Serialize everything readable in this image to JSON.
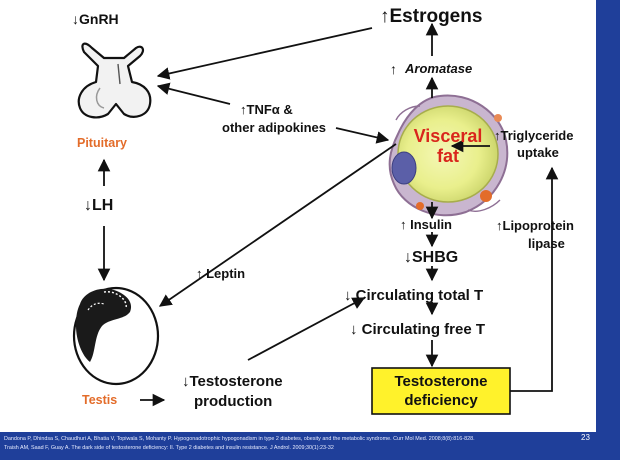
{
  "labels": {
    "gnrh": "↓GnRH",
    "pituitary": "Pituitary",
    "lh": "↓LH",
    "testis": "Testis",
    "estrogens": "↑Estrogens",
    "aromatase_arrow": "↑",
    "aromatase": "Aromatase",
    "tnf_line1": "↑TNFα &",
    "tnf_line2": "other adipokines",
    "visceral_line1": "Visceral",
    "visceral_line2": "fat",
    "triglyceride_line1": "↑Triglyceride",
    "triglyceride_line2": "uptake",
    "insulin": "↑ Insulin",
    "shbg": "↓SHBG",
    "lipoprotein_line1": "↑Lipoprotein",
    "lipoprotein_line2": "lipase",
    "leptin": "↑ Leptin",
    "circ_total": "↓ Circulating total T",
    "circ_free": "↓ Circulating free T",
    "testo_prod_line1": "↓Testosterone",
    "testo_prod_line2": "production",
    "deficiency_line1": "Testosterone",
    "deficiency_line2": "deficiency"
  },
  "references": [
    "Dandona P, Dhindsa S, Chaudhuri A, Bhatia V, Topiwala S, Mohanty P. Hypogonadotrophic hypogonadism in type 2 diabetes, obesity and the metabolic syndrome. Curr Mol Med. 2008;8(8):816-828.",
    "Traish AM, Saad F, Guay A. The dark side of testosterone deficiency: II. Type 2 diabetes and insulin resistance. J Androl. 2009;30(1):23-32"
  ],
  "page_number": "23",
  "colors": {
    "background": "#1f3f9a",
    "panel": "#ffffff",
    "accent_orange": "#e36c2a",
    "visceral_red": "#d9261c",
    "deficiency_fill": "#fff22b",
    "arrow": "#111111"
  }
}
